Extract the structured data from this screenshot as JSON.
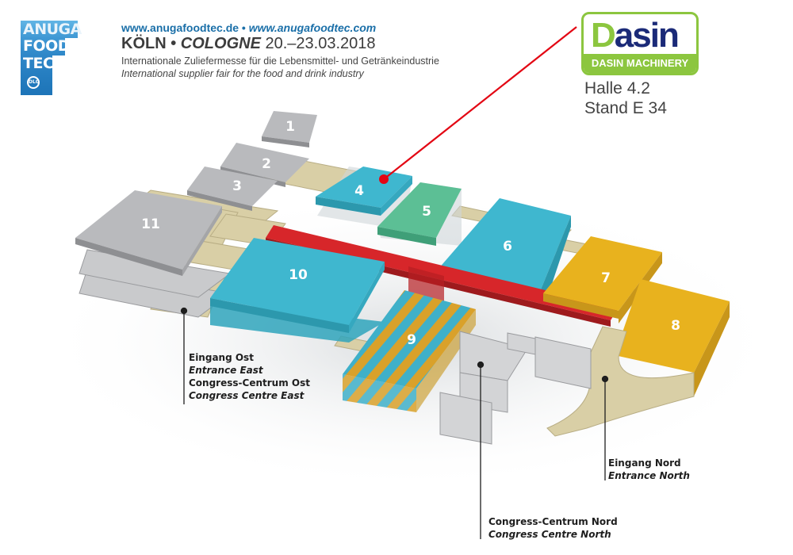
{
  "header": {
    "logo": {
      "line1": "ANUGA",
      "line2": "FOOD",
      "line3": "TEC",
      "seal": "DLG"
    },
    "url_de": "www.anugafoodtec.de",
    "url_sep": " • ",
    "url_com": "www.anugafoodtec.com",
    "city_de": "KÖLN",
    "city_sep": " • ",
    "city_en": "COLOGNE",
    "dates": " 20.–23.03.2018",
    "subtitle_de": "Internationale Zuliefermesse für die Lebensmittel- und Getränkeindustrie",
    "subtitle_en": "International supplier fair for the food and drink industry"
  },
  "exhibitor": {
    "logo_initial": "D",
    "logo_rest": "asin",
    "logo_tagline": "DASIN MACHINERY",
    "hall": "Halle 4.2",
    "stand": "Stand E 34",
    "brand_green": "#8cc63f",
    "brand_navy": "#1b2a78",
    "pointer_color": "#e30613"
  },
  "halls": [
    {
      "id": "1",
      "label": "1",
      "color": "#b9babd"
    },
    {
      "id": "2",
      "label": "2",
      "color": "#b9babd"
    },
    {
      "id": "3",
      "label": "3",
      "color": "#b9babd"
    },
    {
      "id": "4",
      "label": "4",
      "color": "#3fb7cf",
      "highlighted": true
    },
    {
      "id": "5",
      "label": "5",
      "color": "#5cbf95"
    },
    {
      "id": "6",
      "label": "6",
      "color": "#3fb7cf"
    },
    {
      "id": "7",
      "label": "7",
      "color": "#e8b21e"
    },
    {
      "id": "8",
      "label": "8",
      "color": "#e8b21e"
    },
    {
      "id": "9",
      "label": "9",
      "color": "striped"
    },
    {
      "id": "10",
      "label": "10",
      "color": "#3fb7cf"
    },
    {
      "id": "11",
      "label": "11",
      "color": "#b9babd"
    }
  ],
  "callouts": {
    "east": {
      "line1": "Eingang Ost",
      "line2": "Entrance East",
      "line3": "Congress-Centrum Ost",
      "line4": "Congress Centre East"
    },
    "north_entrance": {
      "line1": "Eingang Nord",
      "line2": "Entrance North"
    },
    "north_congress": {
      "line1": "Congress-Centrum Nord",
      "line2": "Congress Centre North"
    }
  }
}
